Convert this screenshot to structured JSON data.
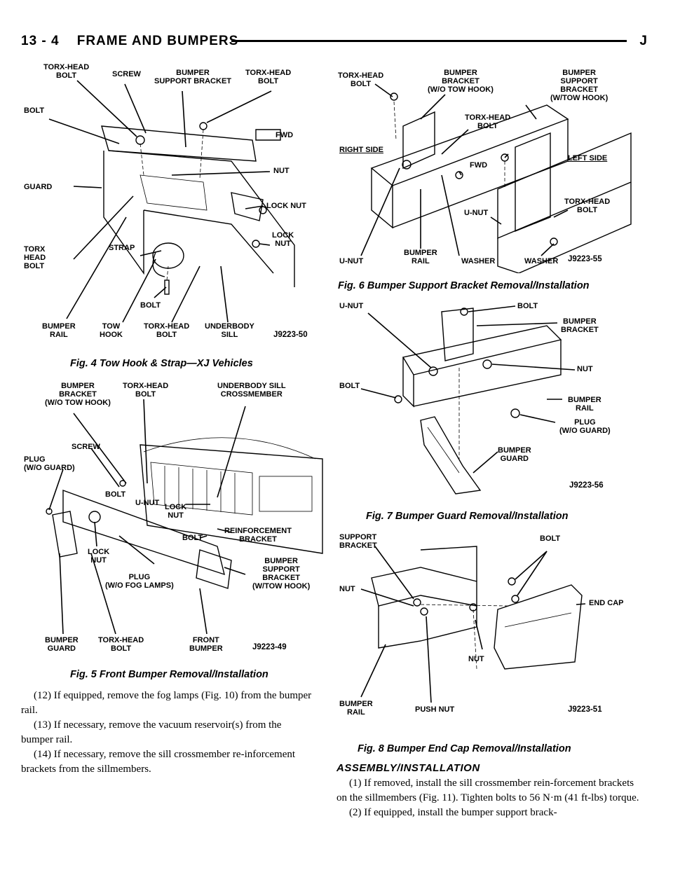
{
  "header": {
    "page": "13 - 4",
    "title": "FRAME AND BUMPERS",
    "mark": "J"
  },
  "fig4": {
    "caption": "Fig. 4 Tow Hook & Strap—XJ Vehicles",
    "code": "J9223-50",
    "labels": {
      "torx_head_bolt_top": "TORX-HEAD\nBOLT",
      "screw": "SCREW",
      "bumper_support_bracket": "BUMPER\nSUPPORT BRACKET",
      "torx_head_bolt_right": "TORX-HEAD\nBOLT",
      "bolt_left": "BOLT",
      "fwd": "FWD",
      "guard": "GUARD",
      "nut": "NUT",
      "lock_nut_1": "LOCK NUT",
      "torx_head_bolt_left": "TORX\nHEAD\nBOLT",
      "strap": "STRAP",
      "lock_nut_2": "LOCK\nNUT",
      "bolt_bottom": "BOLT",
      "bumper_rail": "BUMPER\nRAIL",
      "tow_hook": "TOW\nHOOK",
      "torx_head_bolt_bottom": "TORX-HEAD\nBOLT",
      "underbody_sill": "UNDERBODY\nSILL"
    }
  },
  "fig5": {
    "caption": "Fig. 5 Front Bumper Removal/Installation",
    "code": "J9223-49",
    "labels": {
      "bumper_bracket": "BUMPER\nBRACKET\n(W/O TOW HOOK)",
      "torx_head_bolt_top": "TORX-HEAD\nBOLT",
      "underbody_sill_crossmember": "UNDERBODY SILL\nCROSSMEMBER",
      "screw": "SCREW",
      "plug_wo_guard": "PLUG\n(W/O GUARD)",
      "bolt_1": "BOLT",
      "u_nut": "U-NUT",
      "lock_nut_1": "LOCK\nNUT",
      "reinforcement_bracket": "REINFORCEMENT\nBRACKET",
      "bolt_2": "BOLT",
      "lock_nut_2": "LOCK\nNUT",
      "plug_wo_fog": "PLUG\n(W/O FOG LAMPS)",
      "bumper_support_bracket": "BUMPER\nSUPPORT\nBRACKET\n(W/TOW HOOK)",
      "bumper_guard": "BUMPER\nGUARD",
      "torx_head_bolt_bottom": "TORX-HEAD\nBOLT",
      "front_bumper": "FRONT\nBUMPER"
    }
  },
  "fig6": {
    "caption": "Fig. 6 Bumper Support Bracket Removal/Installation",
    "code": "J9223-55",
    "labels": {
      "torx_head_bolt_1": "TORX-HEAD\nBOLT",
      "bumper_bracket": "BUMPER\nBRACKET\n(W/O TOW HOOK)",
      "bumper_support_bracket": "BUMPER\nSUPPORT\nBRACKET\n(W/TOW HOOK)",
      "torx_head_bolt_2": "TORX-HEAD\nBOLT",
      "right_side": "RIGHT SIDE",
      "fwd": "FWD",
      "left_side": "LEFT SIDE",
      "u_nut_1": "U-NUT",
      "torx_head_bolt_3": "TORX-HEAD\nBOLT",
      "u_nut_2": "U-NUT",
      "bumper_rail": "BUMPER\nRAIL",
      "washer_1": "WASHER",
      "washer_2": "WASHER"
    }
  },
  "fig7": {
    "caption": "Fig. 7 Bumper Guard Removal/Installation",
    "code": "J9223-56",
    "labels": {
      "u_nut": "U-NUT",
      "bolt_top": "BOLT",
      "bumper_bracket": "BUMPER\nBRACKET",
      "bolt_2": "BOLT",
      "nut_1": "NUT",
      "bumper_rail": "BUMPER\nRAIL",
      "plug": "PLUG\n(W/O GUARD)",
      "bumper_guard": "BUMPER\nGUARD"
    }
  },
  "fig8": {
    "caption": "Fig. 8 Bumper End Cap Removal/Installation",
    "code": "J9223-51",
    "labels": {
      "support_bracket": "SUPPORT\nBRACKET",
      "bolt": "BOLT",
      "nut_left": "NUT",
      "end_cap": "END CAP",
      "nut_bottom": "NUT",
      "bumper_rail": "BUMPER\nRAIL",
      "push_nut": "PUSH NUT"
    }
  },
  "body_left": [
    "(12) If equipped, remove the fog lamps (Fig. 10) from the bumper rail.",
    "(13) If necessary, remove the vacuum reservoir(s) from the bumper rail.",
    "(14) If necessary, remove the sill crossmember re-inforcement brackets from the sillmembers."
  ],
  "section_title": "ASSEMBLY/INSTALLATION",
  "body_right": [
    "(1) If removed, install the sill crossmember rein-forcement brackets on the sillmembers (Fig. 11). Tighten bolts to 56 N·m (41 ft-lbs) torque.",
    "(2) If equipped, install the bumper support brack-"
  ]
}
